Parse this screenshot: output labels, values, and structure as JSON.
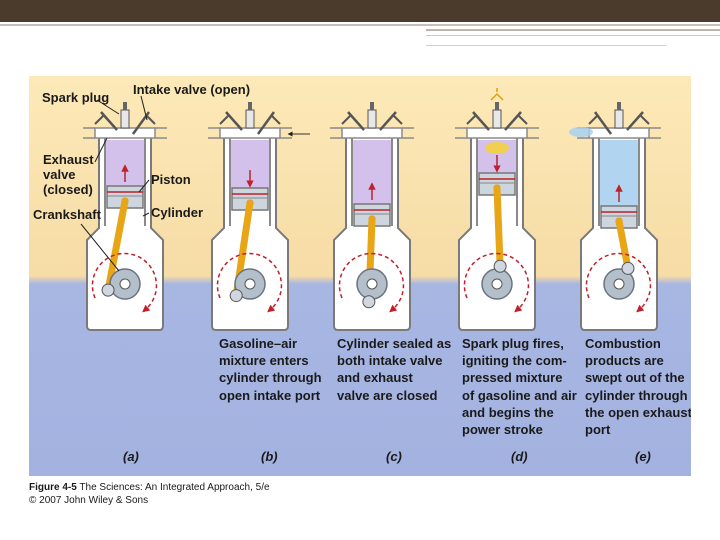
{
  "labels": {
    "spark_plug": "Spark plug",
    "intake_valve": "Intake valve (open)",
    "exhaust_valve": "Exhaust\nvalve\n(closed)",
    "piston": "Piston",
    "cylinder": "Cylinder",
    "crankshaft": "Crankshaft"
  },
  "panels": [
    {
      "letter": "(a)",
      "description": ""
    },
    {
      "letter": "(b)",
      "description": "Gasoline–air\nmixture enters\ncylinder through\nopen intake port"
    },
    {
      "letter": "(c)",
      "description": "Cylinder sealed as\nboth intake valve\nand exhaust\nvalve are closed"
    },
    {
      "letter": "(d)",
      "description": "Spark plug fires,\nigniting the com-\npressed mixture\nof gasoline and air\nand begins the\npower stroke"
    },
    {
      "letter": "(e)",
      "description": "Combustion\nproducts are\nswept out of the\ncylinder through\nthe open exhaust\nport"
    }
  ],
  "caption": {
    "figure_ref": "Figure 4-5",
    "title": "The Sciences: An Integrated Approach, 5/e",
    "copyright": "© 2007 John Wiley & Sons"
  },
  "colors": {
    "top_bar": "#4a3b2c",
    "bg_top": "#fbe4b0",
    "bg_bottom": "#a8b6e2",
    "cylinder_mixture": "#c9b2e6",
    "exhaust_gas": "#a8d0f0",
    "connecting_rod": "#e8a516",
    "rotation_arrow": "#c0202a"
  }
}
